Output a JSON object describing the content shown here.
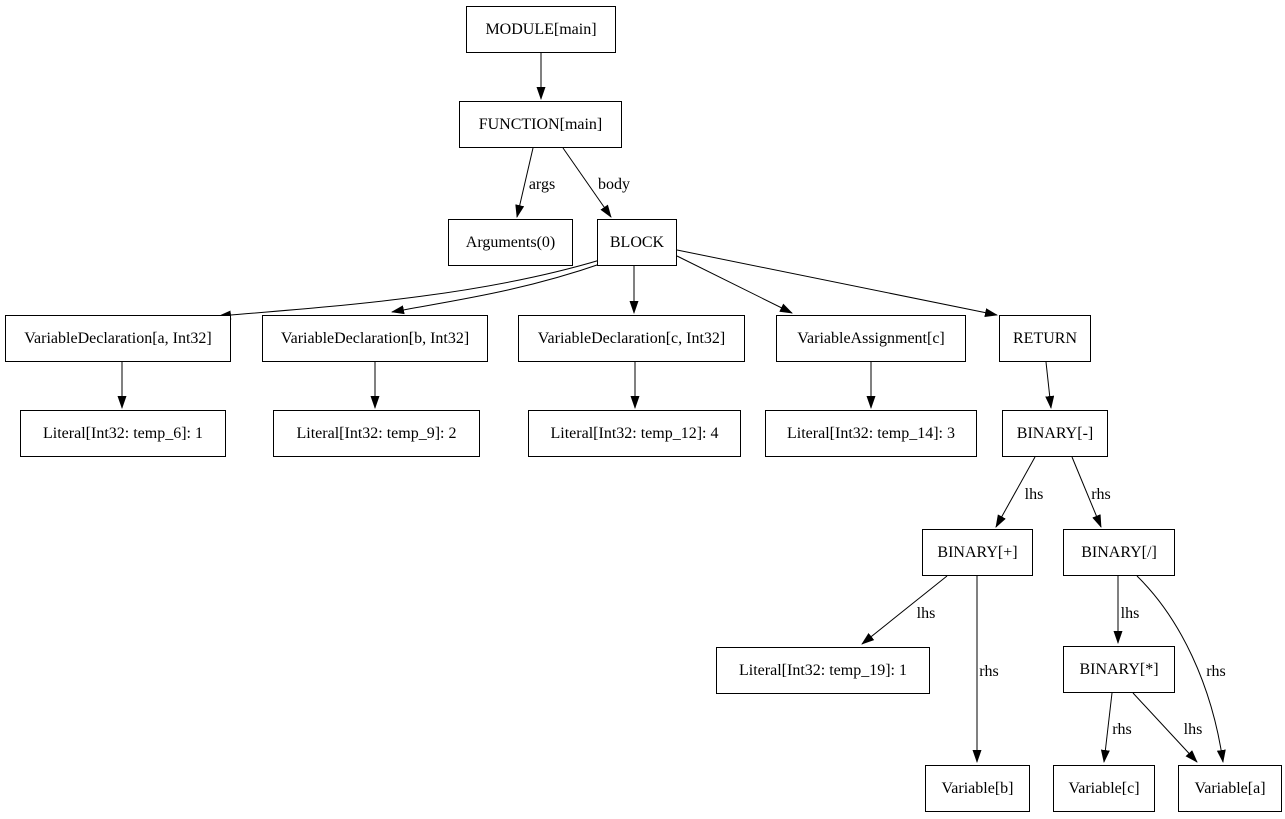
{
  "diagram": {
    "kind": "ast-tree-graph",
    "colors": {
      "background": "#ffffff",
      "node_border": "#000000",
      "node_fill": "#ffffff",
      "text": "#000000",
      "edge": "#000000"
    },
    "nodes": [
      {
        "id": "module",
        "label": "MODULE[main]"
      },
      {
        "id": "function",
        "label": "FUNCTION[main]"
      },
      {
        "id": "arguments",
        "label": "Arguments(0)"
      },
      {
        "id": "block",
        "label": "BLOCK"
      },
      {
        "id": "var_decl_a",
        "label": "VariableDeclaration[a, Int32]"
      },
      {
        "id": "var_decl_b",
        "label": "VariableDeclaration[b, Int32]"
      },
      {
        "id": "var_decl_c",
        "label": "VariableDeclaration[c, Int32]"
      },
      {
        "id": "var_assign_c",
        "label": "VariableAssignment[c]"
      },
      {
        "id": "return",
        "label": "RETURN"
      },
      {
        "id": "literal_temp_6",
        "label": "Literal[Int32: temp_6]: 1"
      },
      {
        "id": "literal_temp_9",
        "label": "Literal[Int32: temp_9]: 2"
      },
      {
        "id": "literal_temp_12",
        "label": "Literal[Int32: temp_12]: 4"
      },
      {
        "id": "literal_temp_14",
        "label": "Literal[Int32: temp_14]: 3"
      },
      {
        "id": "binary_minus",
        "label": "BINARY[-]"
      },
      {
        "id": "binary_plus",
        "label": "BINARY[+]"
      },
      {
        "id": "binary_div",
        "label": "BINARY[/]"
      },
      {
        "id": "literal_temp_19",
        "label": "Literal[Int32: temp_19]: 1"
      },
      {
        "id": "binary_mul",
        "label": "BINARY[*]"
      },
      {
        "id": "variable_b",
        "label": "Variable[b]"
      },
      {
        "id": "variable_c",
        "label": "Variable[c]"
      },
      {
        "id": "variable_a",
        "label": "Variable[a]"
      }
    ],
    "edges": [
      {
        "from": "module",
        "to": "function",
        "label": ""
      },
      {
        "from": "function",
        "to": "arguments",
        "label": "args"
      },
      {
        "from": "function",
        "to": "block",
        "label": "body"
      },
      {
        "from": "block",
        "to": "var_decl_a",
        "label": ""
      },
      {
        "from": "block",
        "to": "var_decl_b",
        "label": ""
      },
      {
        "from": "block",
        "to": "var_decl_c",
        "label": ""
      },
      {
        "from": "block",
        "to": "var_assign_c",
        "label": ""
      },
      {
        "from": "block",
        "to": "return",
        "label": ""
      },
      {
        "from": "var_decl_a",
        "to": "literal_temp_6",
        "label": ""
      },
      {
        "from": "var_decl_b",
        "to": "literal_temp_9",
        "label": ""
      },
      {
        "from": "var_decl_c",
        "to": "literal_temp_12",
        "label": ""
      },
      {
        "from": "var_assign_c",
        "to": "literal_temp_14",
        "label": ""
      },
      {
        "from": "return",
        "to": "binary_minus",
        "label": ""
      },
      {
        "from": "binary_minus",
        "to": "binary_plus",
        "label": "lhs"
      },
      {
        "from": "binary_minus",
        "to": "binary_div",
        "label": "rhs"
      },
      {
        "from": "binary_plus",
        "to": "literal_temp_19",
        "label": "lhs"
      },
      {
        "from": "binary_plus",
        "to": "variable_b",
        "label": "rhs"
      },
      {
        "from": "binary_div",
        "to": "binary_mul",
        "label": "lhs"
      },
      {
        "from": "binary_div",
        "to": "variable_a",
        "label": "rhs"
      },
      {
        "from": "binary_mul",
        "to": "variable_c",
        "label": "rhs"
      },
      {
        "from": "binary_mul",
        "to": "variable_a",
        "label": "lhs"
      }
    ]
  }
}
